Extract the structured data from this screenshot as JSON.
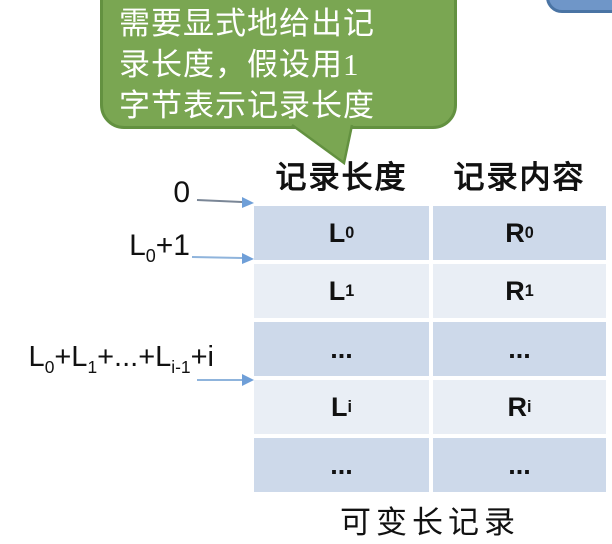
{
  "callout": {
    "lines": [
      "需要显式地给出记",
      "录长度，假设用1",
      "字节表示记录长度"
    ]
  },
  "table": {
    "headers": [
      "记录长度",
      "记录内容"
    ],
    "rows": [
      {
        "length": [
          {
            "t": "L"
          },
          {
            "t": "0",
            "sub": true
          }
        ],
        "content": [
          {
            "t": "R"
          },
          {
            "t": "0",
            "sub": true
          }
        ]
      },
      {
        "length": [
          {
            "t": "L"
          },
          {
            "t": "1",
            "sub": true
          }
        ],
        "content": [
          {
            "t": "R"
          },
          {
            "t": "1",
            "sub": true
          }
        ]
      },
      {
        "length": [
          {
            "t": "..."
          }
        ],
        "content": [
          {
            "t": "..."
          }
        ]
      },
      {
        "length": [
          {
            "t": "L"
          },
          {
            "t": "i",
            "sub": true
          }
        ],
        "content": [
          {
            "t": "R"
          },
          {
            "t": "i",
            "sub": true
          }
        ]
      },
      {
        "length": [
          {
            "t": "..."
          }
        ],
        "content": [
          {
            "t": "..."
          }
        ]
      }
    ],
    "caption": "可变长记录"
  },
  "offsets": [
    {
      "segments": [
        {
          "t": "0"
        }
      ]
    },
    {
      "segments": [
        {
          "t": "L"
        },
        {
          "t": "0",
          "sub": true
        },
        {
          "t": "+1"
        }
      ]
    },
    {
      "segments": [
        {
          "t": "L"
        },
        {
          "t": "0",
          "sub": true
        },
        {
          "t": "+L"
        },
        {
          "t": "1",
          "sub": true
        },
        {
          "t": "+...+L"
        },
        {
          "t": "i-1",
          "sub": true
        },
        {
          "t": "+i"
        }
      ]
    }
  ],
  "colors": {
    "callout_fill": "#7aa652",
    "callout_border": "#639140",
    "row_dark": "#cdd9ea",
    "row_light": "#e9eef5",
    "arrow": "#6f9fd8",
    "arrow_line_gray": "#7a8696",
    "arrow_line_blue": "#8fb4dc",
    "blue_shape_fill": "#6f96c8",
    "blue_shape_border": "#4a74a4",
    "text": "#111111"
  }
}
